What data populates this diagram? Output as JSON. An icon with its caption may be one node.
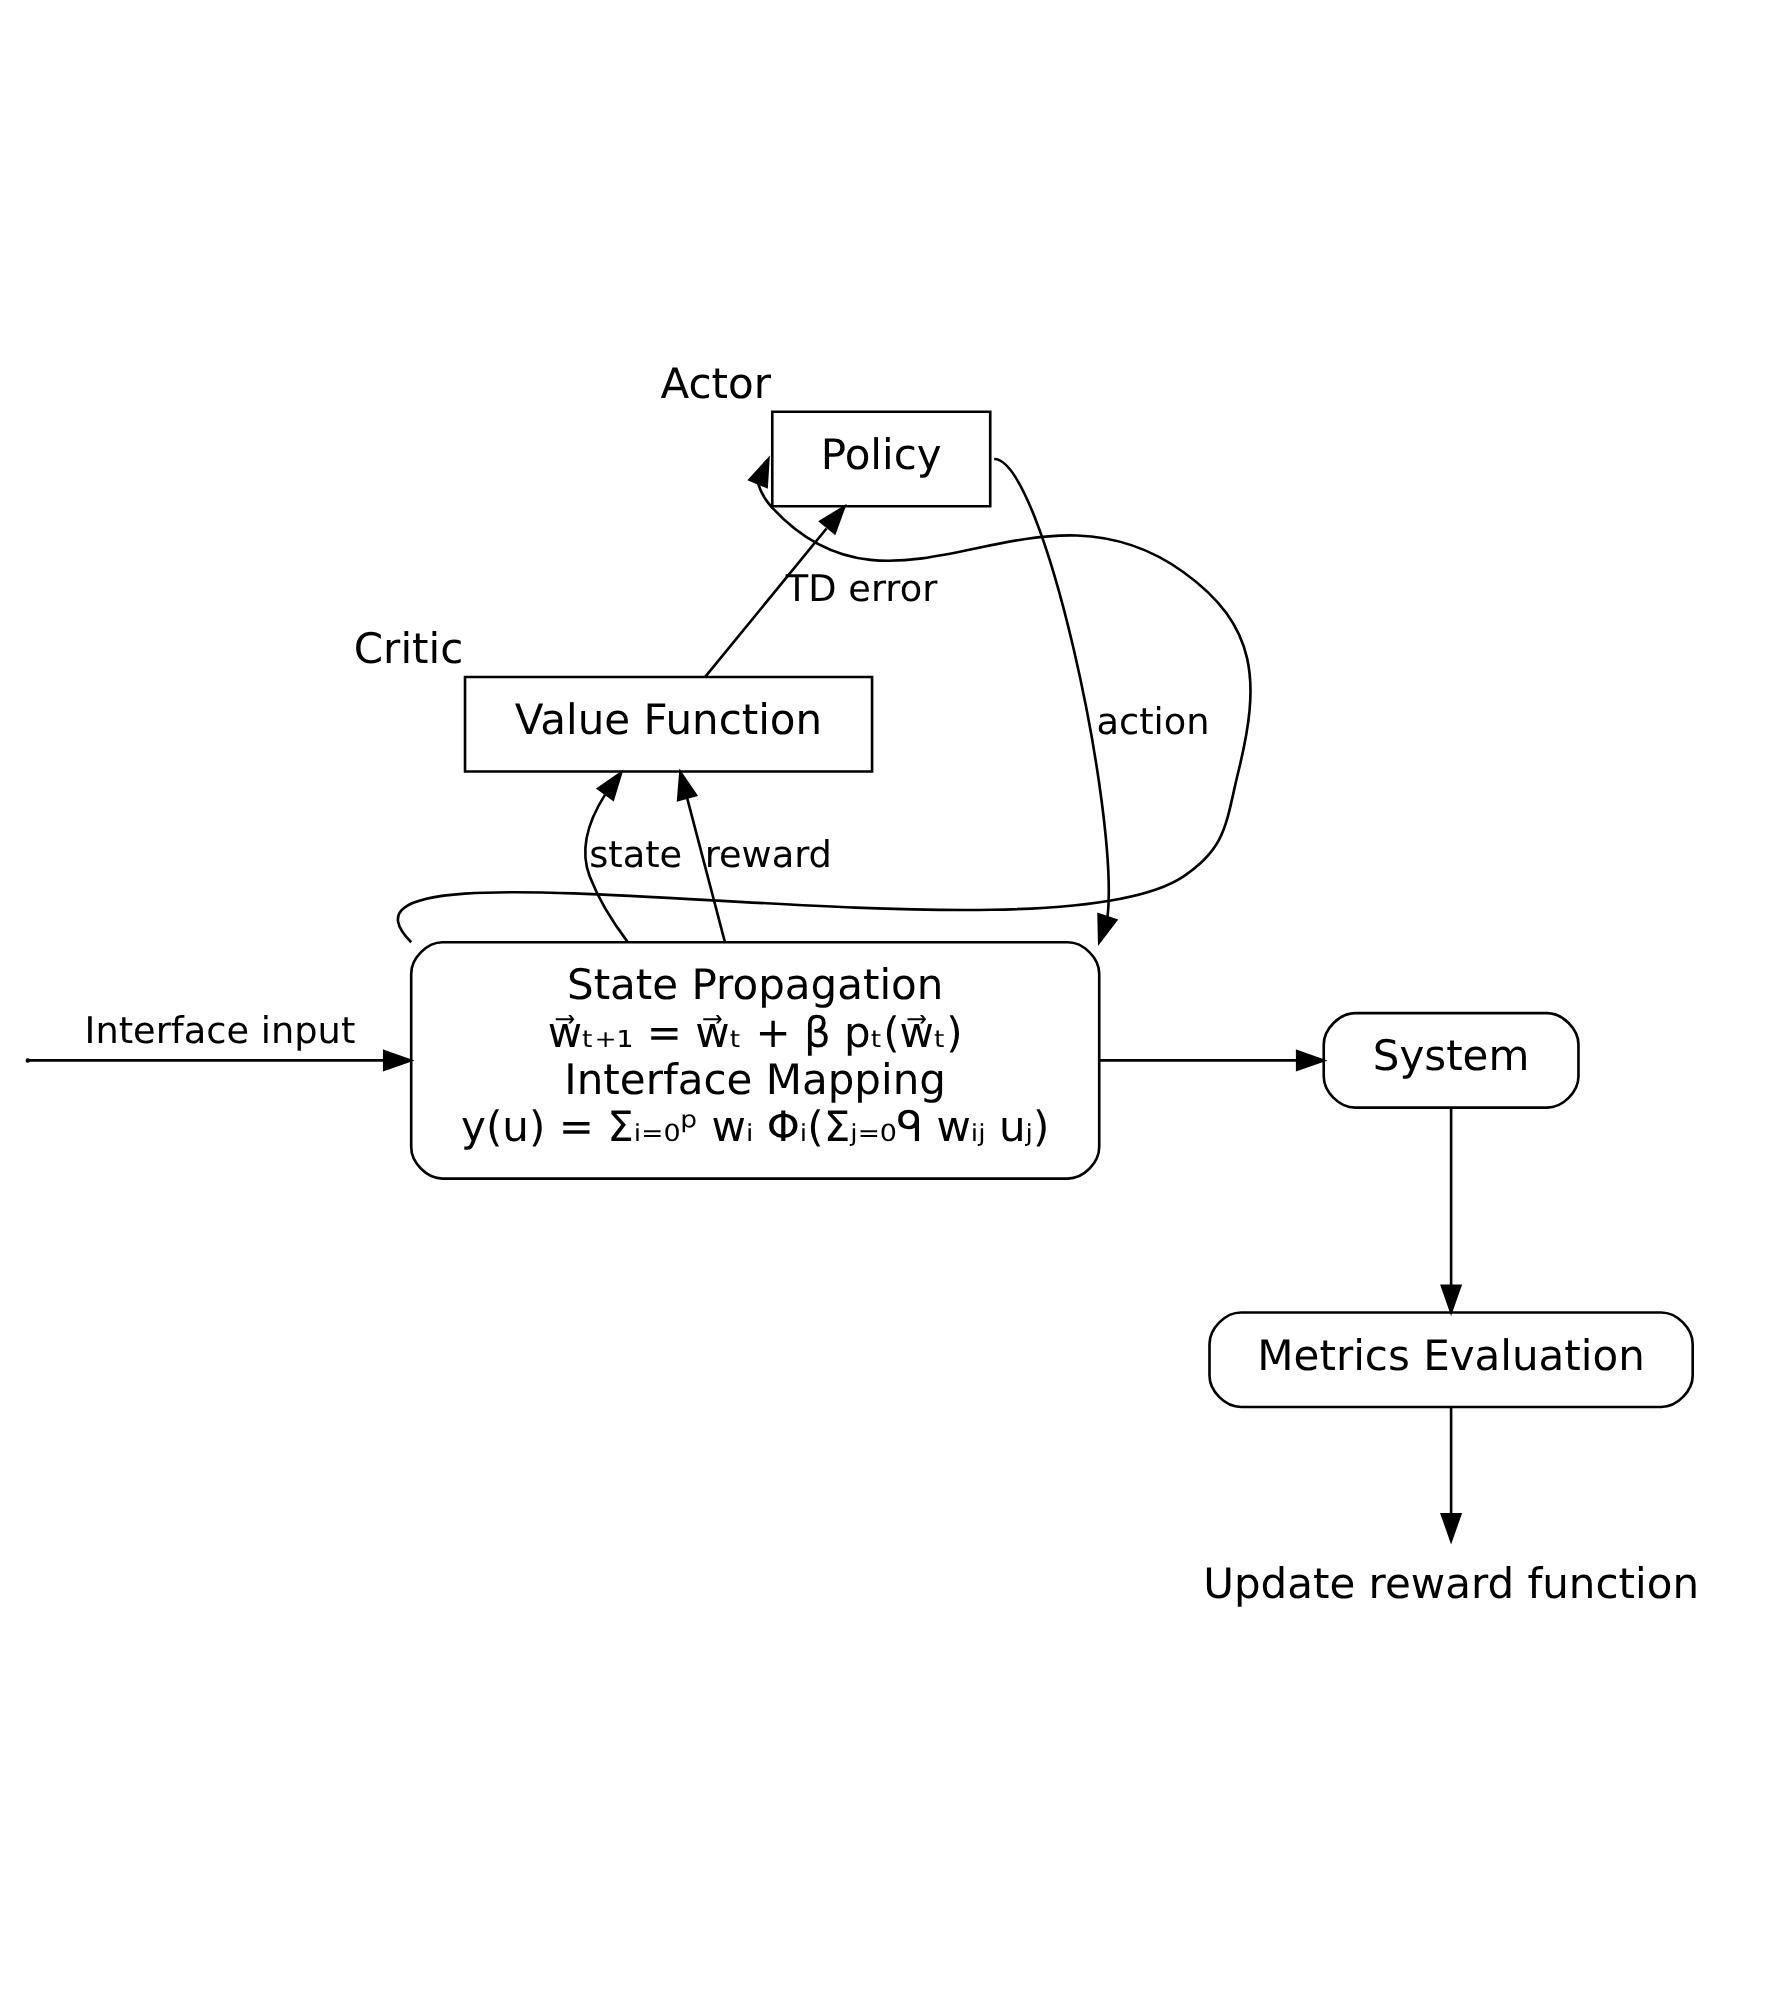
{
  "diagram": {
    "nodes": [
      {
        "text": [
          "Policy"
        ],
        "beside": [
          "Actor"
        ]
      },
      {
        "text": [
          "Value Function"
        ],
        "beside": [
          "Critic"
        ]
      },
      {
        "text": [
          "State Propagation",
          "w⃗ₜ₊₁ = w⃗ₜ + β pₜ(w⃗ₜ)",
          "Interface Mapping",
          "y(u) = Σᵢ₌₀ᵖ wᵢ Φᵢ(Σⱼ₌₀ᑫ wᵢⱼ uⱼ)"
        ]
      },
      {
        "text": [
          "System"
        ]
      },
      {
        "text": [
          "Metrics Evaluation"
        ]
      },
      {
        "text": [
          "Update reward function"
        ]
      }
    ],
    "edges": [
      {
        "from": 2,
        "to": 0,
        "arrow": "to"
      },
      {
        "from": 2,
        "to": 1,
        "arrow": "to",
        "label": "state"
      },
      {
        "from": 0,
        "to": 2,
        "arrow": "to",
        "label": "action"
      },
      {
        "from": 2,
        "to": 1,
        "arrow": "to",
        "label": "reward"
      },
      {
        "from": 1,
        "to": 0,
        "arrow": "to",
        "label": "TD error"
      },
      {
        "from": null,
        "to": 2,
        "arrow": "to",
        "label": "Interface input"
      },
      {
        "from": 2,
        "to": 3,
        "arrow": "to"
      },
      {
        "from": 3,
        "to": 4,
        "arrow": "to"
      },
      {
        "from": 4,
        "to": 5,
        "arrow": "to"
      }
    ]
  }
}
